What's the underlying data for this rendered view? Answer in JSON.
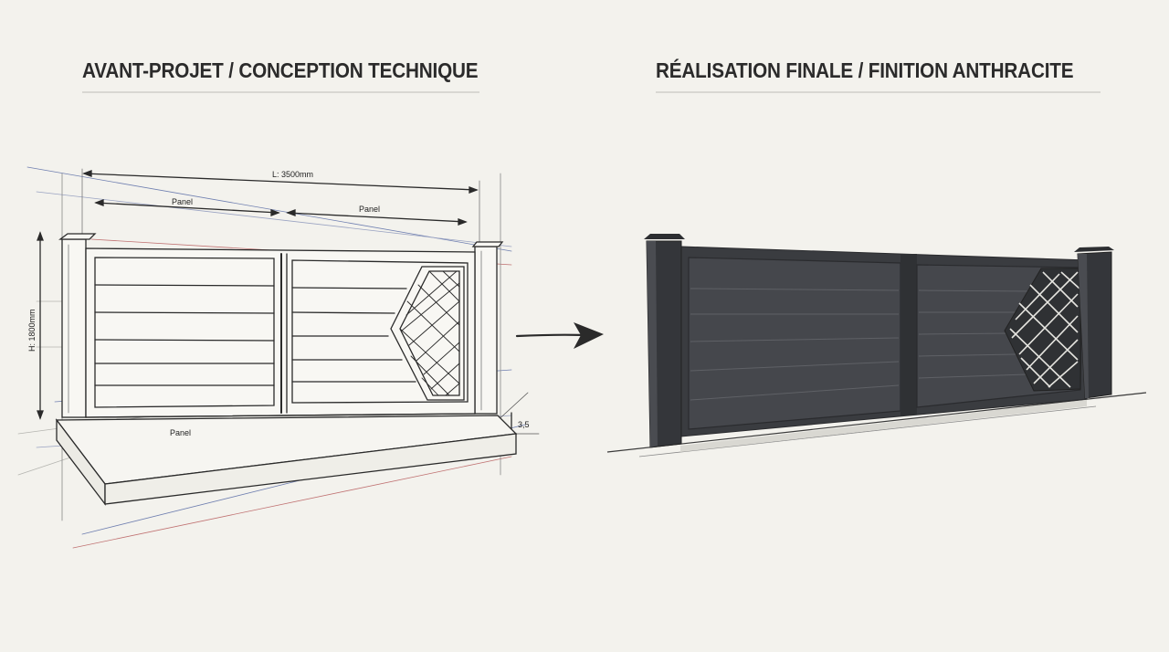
{
  "headings": {
    "left": "AVANT-PROJET / CONCEPTION TECHNIQUE",
    "right": "RÉALISATION FINALE / FINITION ANTHRACITE"
  },
  "sketch": {
    "total_length": "L: 3500mm",
    "panel_top_left": "Panel",
    "panel_top_right": "Panel",
    "height": "H: 1800mm",
    "panel_bottom": "Panel",
    "base_height": "3,5"
  },
  "colors": {
    "background": "#f3f2ed",
    "sketch_line": "#2a2a2a",
    "blue_construction": "#6f7fb0",
    "red_construction": "#c07272",
    "anthracite": "#3a3c40",
    "anthracite_light": "#4a4c51"
  },
  "icons": {
    "transition": "arrow-right-icon"
  }
}
